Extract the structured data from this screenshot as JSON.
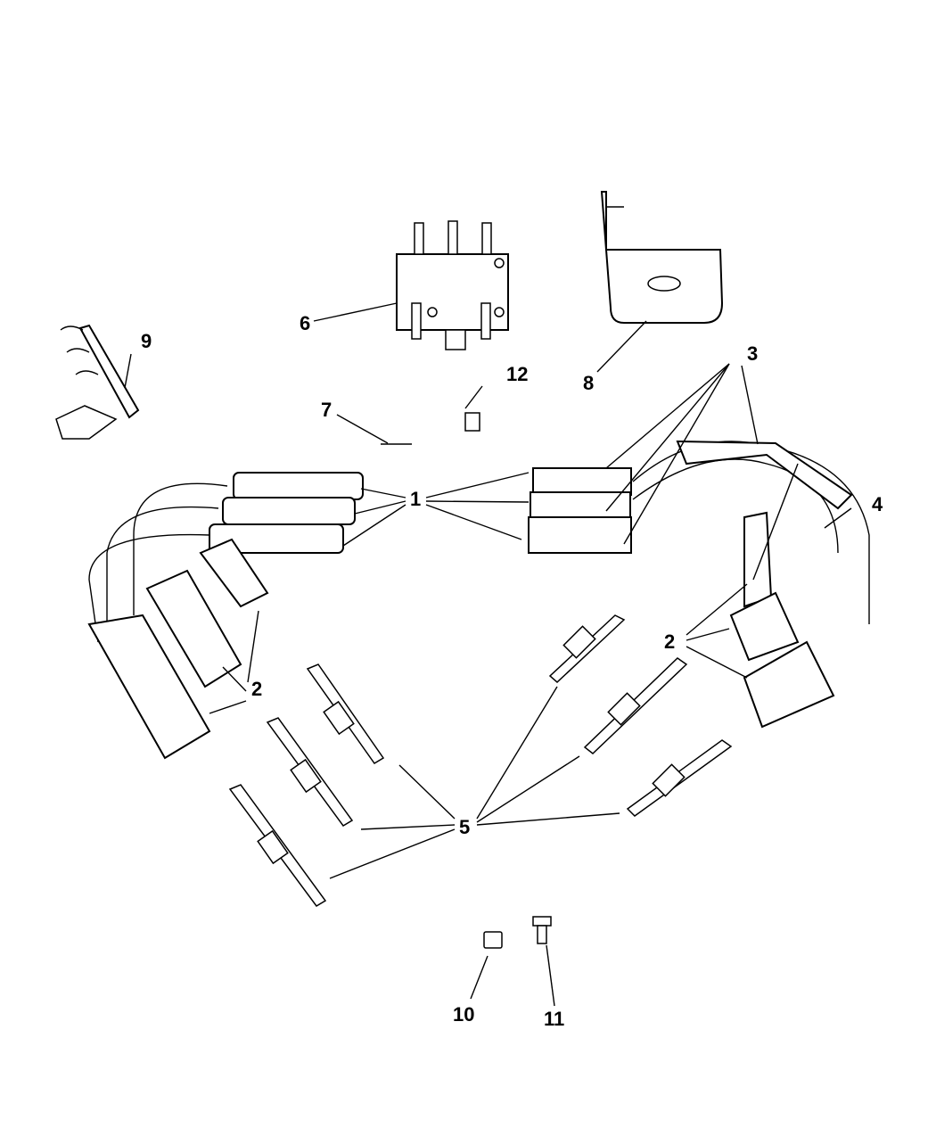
{
  "diagram": {
    "title": "Ignition components exploded view",
    "callouts": [
      {
        "id": "1",
        "part": "ignition-wire-boot"
      },
      {
        "id": "2",
        "part": "spark-plug-boot"
      },
      {
        "id": "3",
        "part": "wire-harness-connector"
      },
      {
        "id": "4",
        "part": "wire-retainer"
      },
      {
        "id": "5",
        "part": "spark-plug"
      },
      {
        "id": "6",
        "part": "ignition-coil-pack"
      },
      {
        "id": "7",
        "part": "pin"
      },
      {
        "id": "8",
        "part": "coil-bracket"
      },
      {
        "id": "9",
        "part": "wire-separator-clip"
      },
      {
        "id": "10",
        "part": "nut-clip"
      },
      {
        "id": "11",
        "part": "bolt"
      },
      {
        "id": "12",
        "part": "nut"
      }
    ]
  }
}
